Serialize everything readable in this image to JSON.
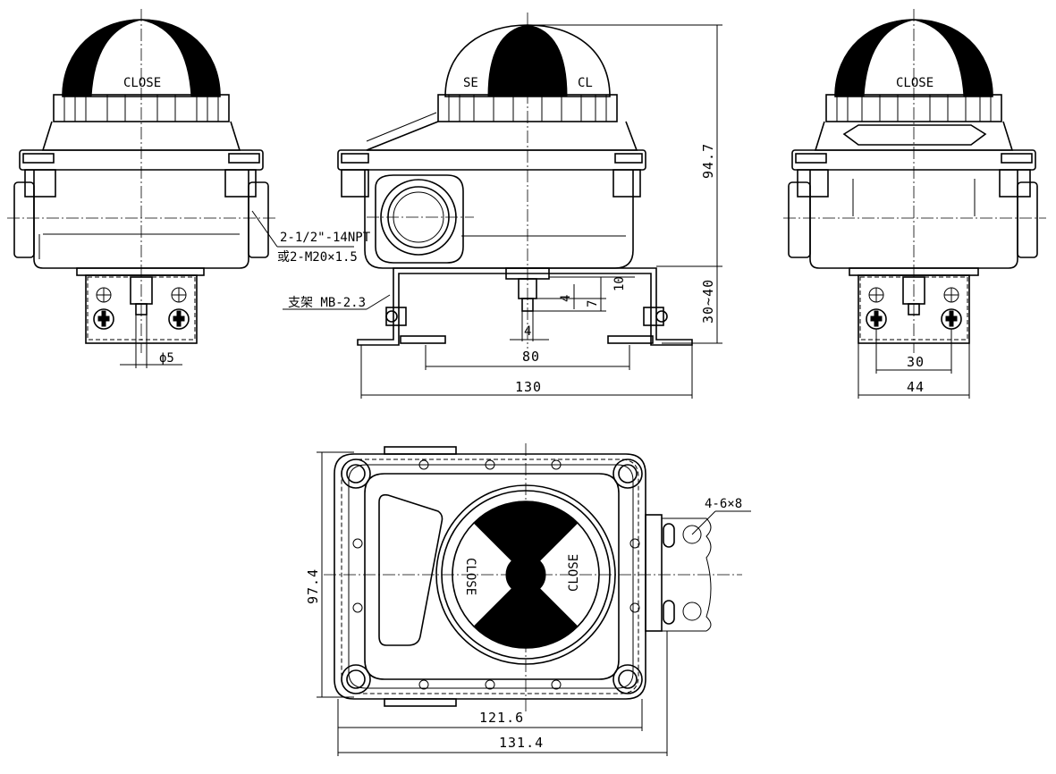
{
  "dome_labels": {
    "front": "CLOSE",
    "side_left": "SE",
    "side_right": "CL",
    "back": "CLOSE",
    "top_left": "CLOSE",
    "top_right": "CLOSE"
  },
  "callouts": {
    "thread_line1": "2-1/2\"-14NPT",
    "thread_line2": "或2-M20×1.5",
    "bracket": "支架 MB-2.3",
    "slot_holes": "4-6×8"
  },
  "dimensions": {
    "shaft_dia": "ϕ5",
    "height_total": "94.7",
    "height_bracket": "30~40",
    "shaft_10": "10",
    "shaft_7": "7",
    "shaft_4a": "4",
    "shaft_4b": "4",
    "bracket_80": "80",
    "bracket_130": "130",
    "back_30": "30",
    "back_44": "44",
    "top_height": "97.4",
    "top_121": "121.6",
    "top_131": "131.4"
  },
  "colors": {
    "line": "#000000",
    "background": "#ffffff"
  }
}
